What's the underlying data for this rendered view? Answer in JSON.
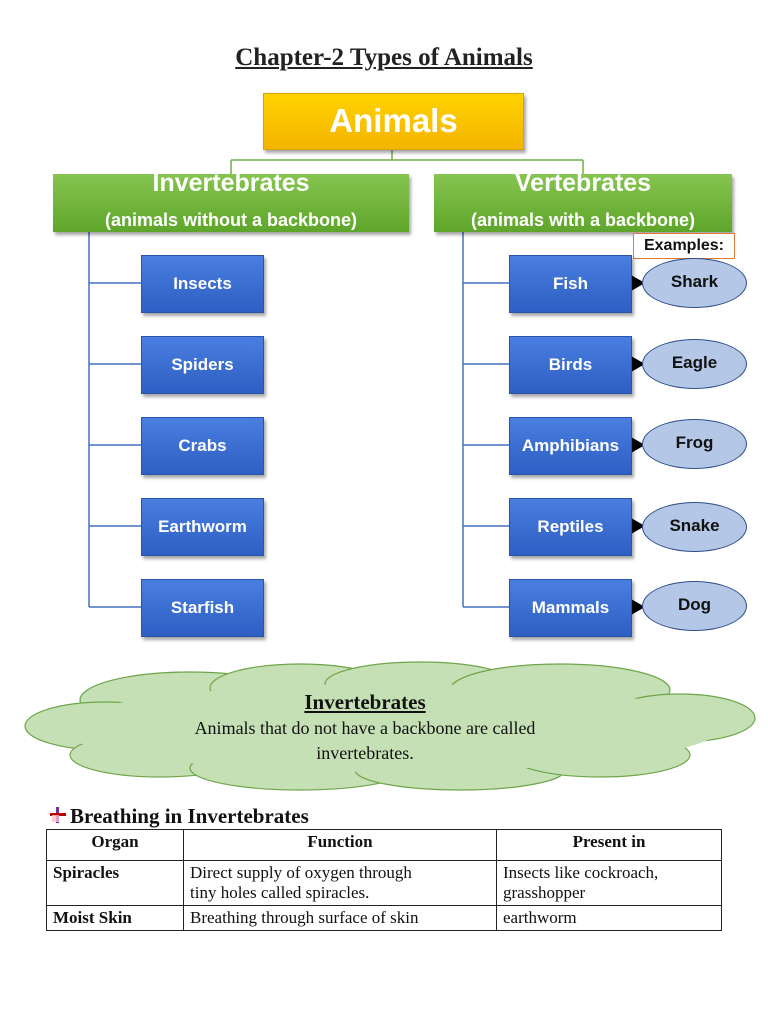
{
  "title": "Chapter-2 Types of Animals",
  "root": "Animals",
  "categories": [
    {
      "name": "Invertebrates",
      "desc": "(animals without a backbone)",
      "items": [
        "Insects",
        "Spiders",
        "Crabs",
        "Earthworm",
        "Starfish"
      ]
    },
    {
      "name": "Vertebrates",
      "desc": "(animals with a backbone)",
      "items": [
        "Fish",
        "Birds",
        "Amphibians",
        "Reptiles",
        "Mammals"
      ]
    }
  ],
  "examples_label": "Examples:",
  "examples": [
    "Shark",
    "Eagle",
    "Frog",
    "Snake",
    "Dog"
  ],
  "definition": {
    "heading": "Invertebrates",
    "text_line1": "Animals that do not have a backbone are called",
    "text_line2": "invertebrates."
  },
  "breathing": {
    "heading": "Breathing in Invertebrates",
    "headers": [
      "Organ",
      "Function",
      "Present in"
    ],
    "rows": [
      {
        "organ": "Spiracles",
        "function": [
          "Direct supply of oxygen through",
          "tiny holes called spiracles."
        ],
        "present": [
          "Insects like cockroach,",
          "grasshopper"
        ]
      },
      {
        "organ": "Moist Skin",
        "function": [
          "Breathing through surface of skin"
        ],
        "present": [
          "earthworm"
        ]
      }
    ]
  },
  "colors": {
    "root": "#ffc000",
    "category": "#70ad47",
    "leaf": "#4472c4",
    "oval": "#b4c7e7",
    "cloud": "#c5e0b4"
  }
}
